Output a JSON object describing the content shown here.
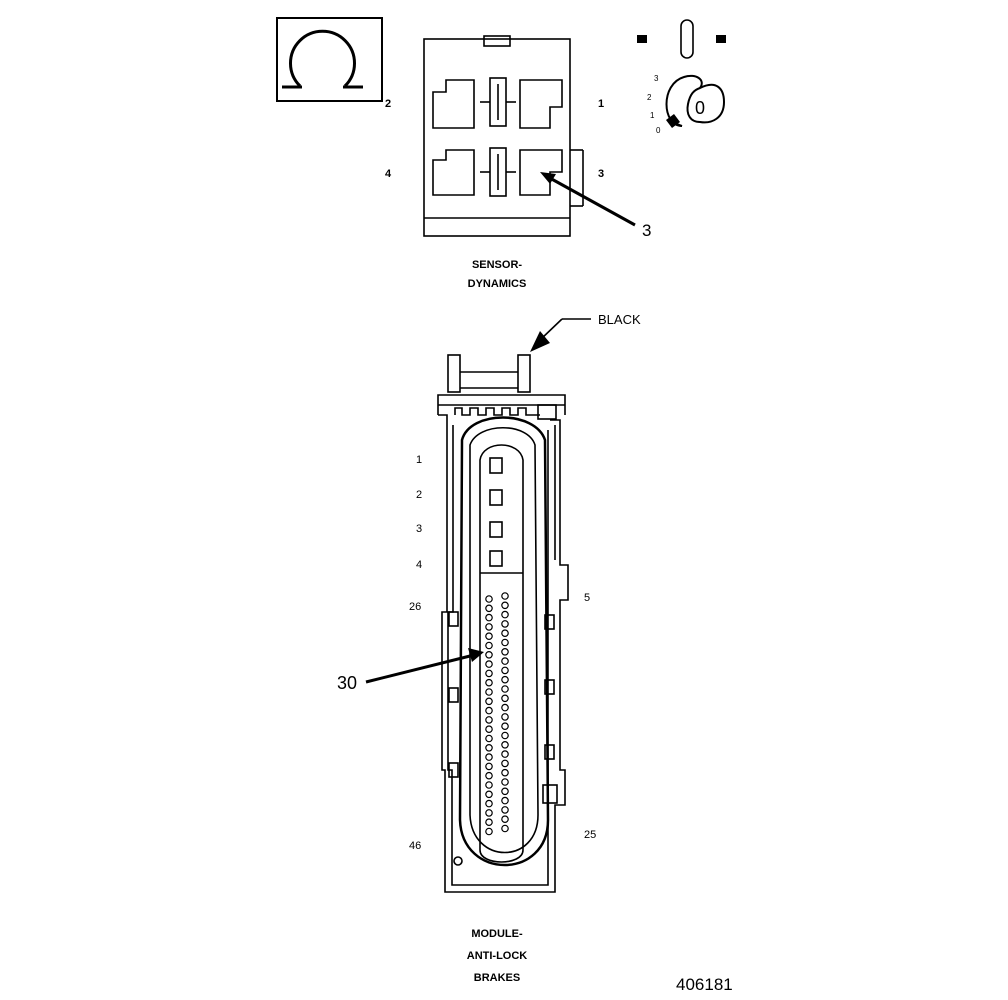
{
  "sensor": {
    "title_line1": "SENSOR-",
    "title_line2": "DYNAMICS",
    "pins": {
      "p1": "1",
      "p2": "2",
      "p3": "3",
      "p4": "4"
    },
    "callout": "3"
  },
  "key": {
    "positions": {
      "k0": "0",
      "k1": "1",
      "k2": "2",
      "k3": "3"
    },
    "key_label": "0"
  },
  "module": {
    "title_line1": "MODULE-",
    "title_line2": "ANTI-LOCK",
    "title_line3": "BRAKES",
    "color_label": "BLACK",
    "pins": {
      "p1": "1",
      "p2": "2",
      "p3": "3",
      "p4": "4",
      "p5": "5",
      "p25": "25",
      "p26": "26",
      "p46": "46"
    },
    "callout": "30"
  },
  "figure_id": "406181"
}
